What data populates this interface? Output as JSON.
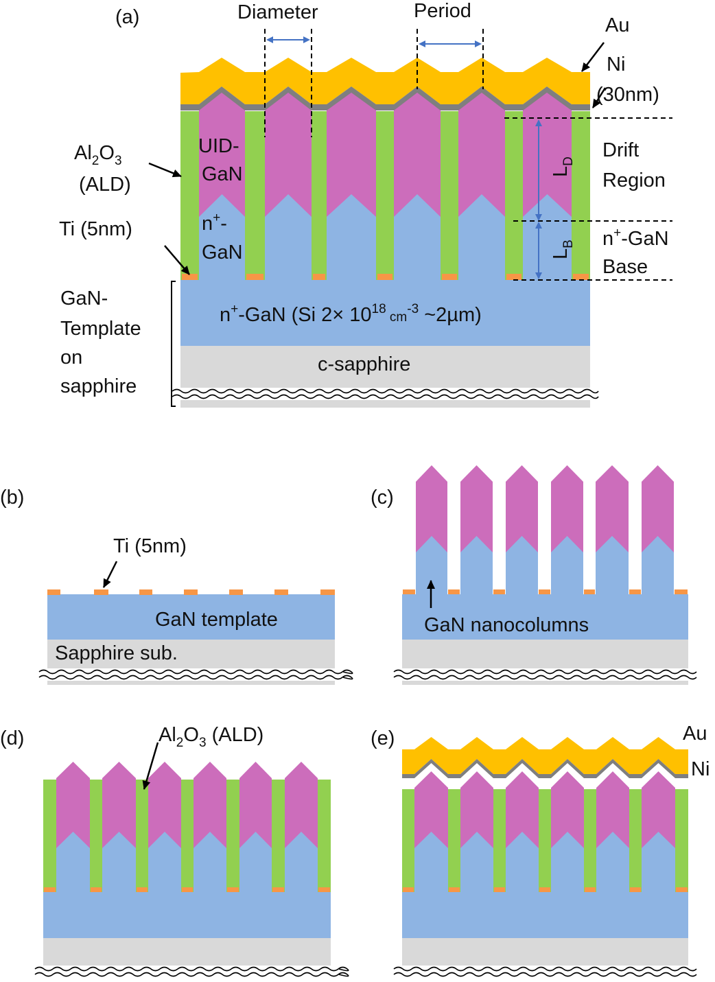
{
  "panels": {
    "a": "(a)",
    "b": "(b)",
    "c": "(c)",
    "d": "(d)",
    "e": "(e)"
  },
  "labels_a": {
    "diameter": "Diameter",
    "period": "Period",
    "au": "Au",
    "ni": "Ni",
    "ni_thickness": "(30nm)",
    "al2o3_al": "Al",
    "al2o3_sub2": "2",
    "al2o3_o": "O",
    "al2o3_sub3": "3",
    "ald": "(ALD)",
    "uid_line1": "UID-",
    "uid_line2": "GaN",
    "np_n": "n",
    "np_plus": "+",
    "np_dash": "-",
    "np_line2": "GaN",
    "ti": "Ti (5nm)",
    "drift_line1": "Drift",
    "drift_line2": "Region",
    "base_n": "n",
    "base_plus": "+",
    "base_gan": "-GaN",
    "base_line2": "Base",
    "ld_main": "L",
    "ld_sub": "D",
    "lb_main": "L",
    "lb_sub": "B",
    "template_n": "n",
    "template_plus": "+",
    "template_mid": "-GaN (Si 2",
    "template_times": "×",
    "template_ten": " 10",
    "template_exp": "18",
    "template_cm": " cm",
    "template_cmexp": "-3",
    "template_end": " ~2µm)",
    "sapphire": "c-sapphire",
    "bracket_l1": "GaN-",
    "bracket_l2": "Template",
    "bracket_l3": "on",
    "bracket_l4": "sapphire"
  },
  "labels_b": {
    "ti": "Ti (5nm)",
    "template": "GaN template",
    "sapphire": "Sapphire sub."
  },
  "labels_c": {
    "nanocolumns": "GaN nanocolumns"
  },
  "labels_d": {
    "al": "Al",
    "sub2": "2",
    "o": "O",
    "sub3": "3",
    "ald": " (ALD)"
  },
  "labels_e": {
    "au": "Au",
    "ni": "Ni"
  },
  "colors": {
    "au": "#FFC000",
    "ni": "#7F7F7F",
    "uid_gan": "#CC6DBB",
    "n_gan": "#8EB4E3",
    "al2o3": "#92D050",
    "ti": "#F79646",
    "sapphire": "#D9D9D9",
    "arrow": "#4472C4"
  }
}
